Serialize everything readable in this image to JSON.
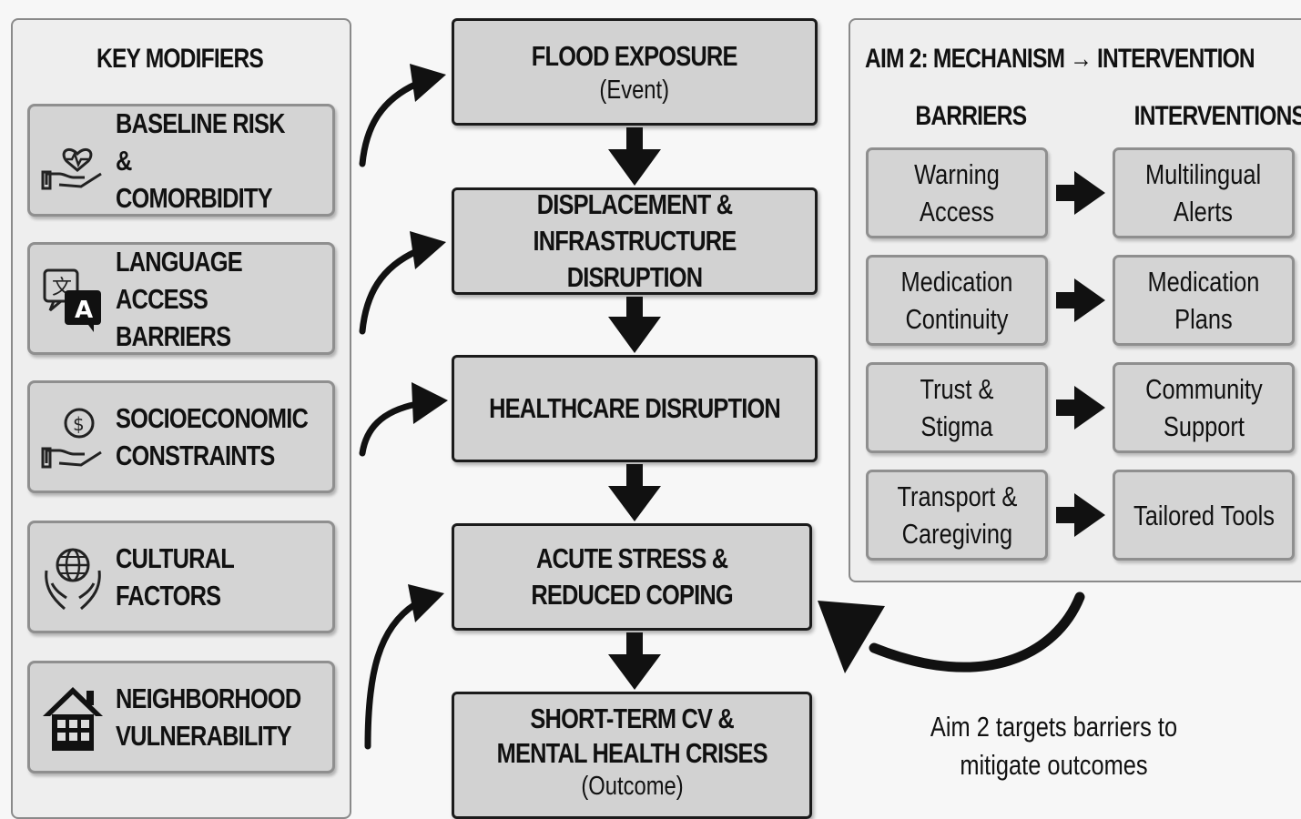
{
  "left_panel": {
    "title": "KEY MODIFIERS",
    "items": [
      {
        "label": "BASELINE RISK &\nCOMORBIDITY",
        "icon": "heart-hand-icon"
      },
      {
        "label": "LANGUAGE ACCESS\nBARRIERS",
        "icon": "translate-icon"
      },
      {
        "label": "SOCIOECONOMIC\nCONSTRAINTS",
        "icon": "money-hand-icon"
      },
      {
        "label": "CULTURAL\nFACTORS",
        "icon": "globe-hands-icon"
      },
      {
        "label": "NEIGHBORHOOD\nVULNERABILITY",
        "icon": "house-icon"
      }
    ]
  },
  "flow": [
    {
      "title": "FLOOD EXPOSURE",
      "sub": "(Event)"
    },
    {
      "title": "DISPLACEMENT &\nINFRASTRUCTURE DISRUPTION",
      "sub": ""
    },
    {
      "title": "HEALTHCARE DISRUPTION",
      "sub": ""
    },
    {
      "title": "ACUTE STRESS &\nREDUCED COPING",
      "sub": ""
    },
    {
      "title": "SHORT-TERM CV &\nMENTAL HEALTH CRISES",
      "sub": "(Outcome)"
    }
  ],
  "right_panel": {
    "title": "AIM 2: MECHANISM → INTERVENTION",
    "barriers_header": "BARRIERS",
    "interventions_header": "INTERVENTIONS",
    "rows": [
      {
        "barrier": "Warning Access",
        "intervention": "Multilingual\nAlerts"
      },
      {
        "barrier": "Medication\nContinuity",
        "intervention": "Medication\nPlans"
      },
      {
        "barrier": "Trust & Stigma",
        "intervention": "Community\nSupport"
      },
      {
        "barrier": "Transport &\nCaregiving",
        "intervention": "Tailored Tools"
      }
    ]
  },
  "note": "Aim 2 targets barriers to\nmitigate outcomes",
  "colors": {
    "box_fill": "#d2d2d2",
    "panel_fill": "#eeeeee",
    "arrow": "#111111",
    "border_gray": "#8f8f8f"
  }
}
